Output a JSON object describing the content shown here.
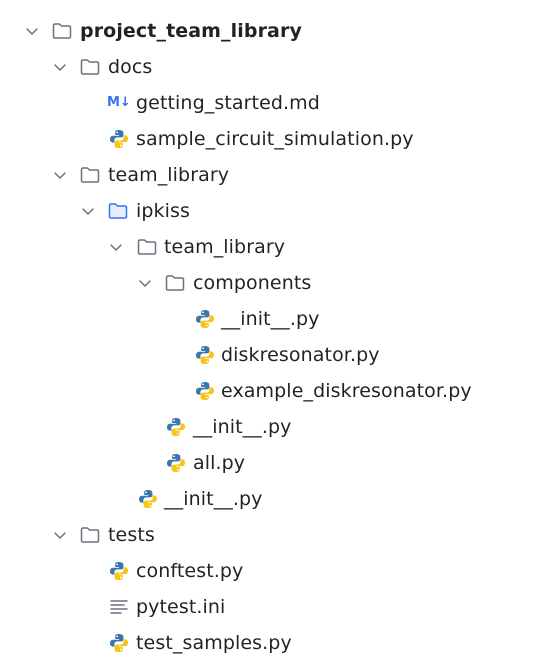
{
  "tree": {
    "root": {
      "label": "project_team_library",
      "icon": "folder-icon",
      "expanded": true
    },
    "docs": {
      "label": "docs",
      "icon": "folder-icon",
      "expanded": true
    },
    "getting_started": {
      "label": "getting_started.md",
      "icon": "markdown-icon",
      "icon_text": "M↓"
    },
    "sample_circuit": {
      "label": "sample_circuit_simulation.py",
      "icon": "python-icon"
    },
    "team_library": {
      "label": "team_library",
      "icon": "folder-icon",
      "expanded": true
    },
    "ipkiss": {
      "label": "ipkiss",
      "icon": "source-folder-icon",
      "expanded": true
    },
    "team_library_inner": {
      "label": "team_library",
      "icon": "folder-icon",
      "expanded": true
    },
    "components": {
      "label": "components",
      "icon": "folder-icon",
      "expanded": true
    },
    "components_init": {
      "label": "__init__.py",
      "icon": "python-icon"
    },
    "diskresonator": {
      "label": "diskresonator.py",
      "icon": "python-icon"
    },
    "example_diskresonator": {
      "label": "example_diskresonator.py",
      "icon": "python-icon"
    },
    "team_library_init": {
      "label": "__init__.py",
      "icon": "python-icon"
    },
    "all": {
      "label": "all.py",
      "icon": "python-icon"
    },
    "ipkiss_init": {
      "label": "__init__.py",
      "icon": "python-icon"
    },
    "tests": {
      "label": "tests",
      "icon": "folder-icon",
      "expanded": true
    },
    "conftest": {
      "label": "conftest.py",
      "icon": "python-icon"
    },
    "pytest_ini": {
      "label": "pytest.ini",
      "icon": "text-file-icon"
    },
    "test_samples": {
      "label": "test_samples.py",
      "icon": "python-icon"
    }
  },
  "colors": {
    "text": "#1f2328",
    "chevron": "#6c707e",
    "folder_stroke": "#6c707e",
    "source_folder_stroke": "#3574f0",
    "python_blue": "#3b77a8",
    "python_yellow": "#f5c518",
    "markdown": "#3574f0"
  }
}
